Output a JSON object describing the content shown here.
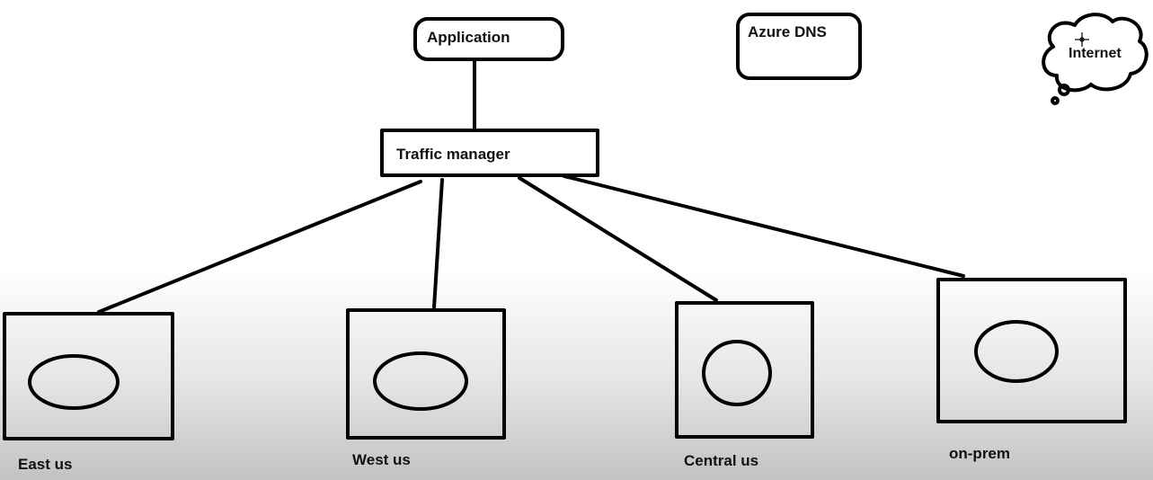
{
  "nodes": {
    "application": "Application",
    "azure_dns": "Azure DNS",
    "internet": "Internet",
    "traffic_manager": "Traffic manager",
    "east_us": "East us",
    "west_us": "West us",
    "central_us": "Central us",
    "on_prem": "on-prem"
  },
  "colors": {
    "stroke": "#000000",
    "text": "#111111"
  }
}
